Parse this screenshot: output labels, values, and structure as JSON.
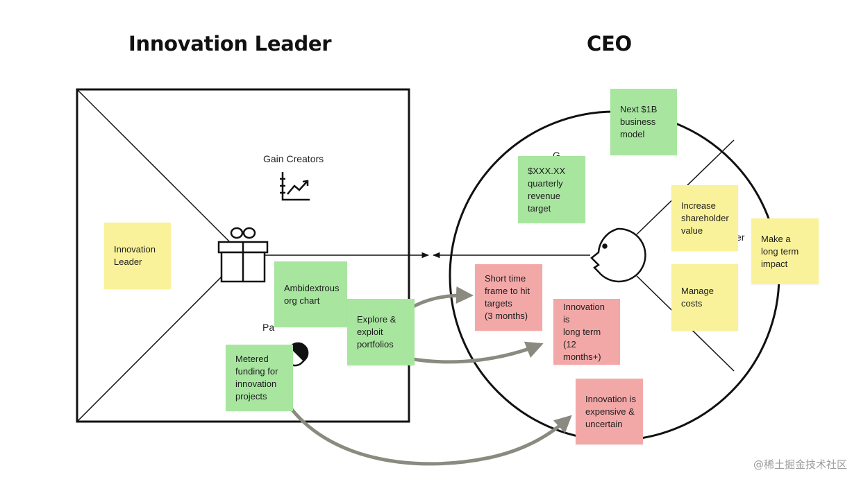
{
  "titles": {
    "left": "Innovation Leader",
    "right": "CEO"
  },
  "labels": {
    "gain_creators": "Gain Creators",
    "pain_relievers_partial": "Pa",
    "gains_partial": "G",
    "jobs_partial": "er"
  },
  "colors": {
    "yellow_note": "#faf29b",
    "green_note": "#a8e6a0",
    "red_note": "#f3a8a8",
    "arrow_gray": "#8a8a80",
    "line": "#111111"
  },
  "notes": {
    "innovation_leader": "Innovation\nLeader",
    "ambidextrous": "Ambidextrous\norg chart",
    "explore_exploit": "Explore &\nexploit\nportfolios",
    "metered_funding": "Metered\nfunding for\ninnovation\nprojects",
    "next_1b": "Next $1B\nbusiness\nmodel",
    "quarterly_revenue": "$XXX.XX\nquarterly\nrevenue\ntarget",
    "increase_shareholder": "Increase\nshareholder\nvalue",
    "long_term_impact": "Make a\nlong term\nimpact",
    "manage_costs": "Manage\ncosts",
    "short_time_frame": "Short time\nframe to hit\ntargets\n(3 months)",
    "innovation_long_term": "Innovation is\nlong term\n(12 months+)",
    "innovation_expensive": "Innovation is\nexpensive &\nuncertain"
  },
  "icons": {
    "gift": "gift-icon",
    "chart": "growth-chart-icon",
    "pill": "pill-icon",
    "face": "face-icon"
  },
  "watermark": "@稀土掘金技术社区"
}
